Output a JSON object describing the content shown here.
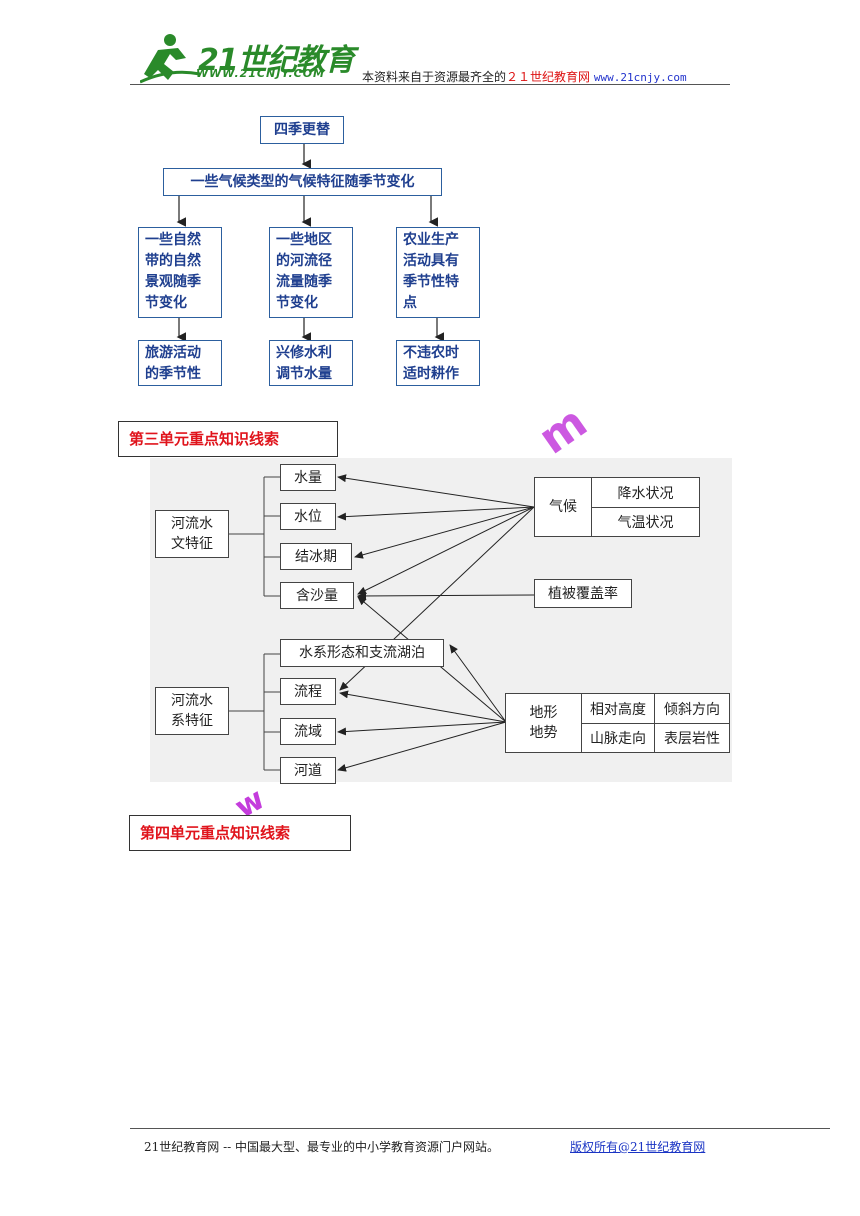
{
  "header": {
    "logo_text": "21世纪教育",
    "logo_url": "WWW.21CNJY.COM",
    "note_prefix": "本资料来自于资源最齐全的",
    "note_brand": "２１世纪教育网",
    "note_url": "www.21cnjy.com"
  },
  "flow1": {
    "top": "四季更替",
    "middle": "一些气候类型的气候特征随季节变化",
    "col1": "一些自然带的自然景观随季节变化",
    "col1_lines": [
      "一些自然",
      "带的自然",
      "景观随季",
      "节变化"
    ],
    "col2_lines": [
      "一些地区",
      "的河流径",
      "流量随季",
      "节变化"
    ],
    "col3_lines": [
      "农业生产",
      "活动具有",
      "季节性特",
      "点"
    ],
    "res1_lines": [
      "旅游活动",
      "的季节性"
    ],
    "res2_lines": [
      "兴修水利",
      "调节水量"
    ],
    "res3_lines": [
      "不违农时",
      "适时耕作"
    ]
  },
  "section3": "第三单元重点知识线索",
  "section4": "第四单元重点知识线索",
  "diagram": {
    "hydro_label_lines": [
      "河流水",
      "文特征"
    ],
    "hydro_items": [
      "水量",
      "水位",
      "结冰期",
      "含沙量"
    ],
    "system_label_lines": [
      "河流水",
      "系特征"
    ],
    "system_items": [
      "水系形态和支流湖泊",
      "流程",
      "流域",
      "河道"
    ],
    "climate": "气候",
    "climate_items": [
      "降水状况",
      "气温状况"
    ],
    "vegetation": "植被覆盖率",
    "terrain_lines": [
      "地形",
      "地势"
    ],
    "terrain_items": [
      "相对高度",
      "倾斜方向",
      "山脉走向",
      "表层岩性"
    ]
  },
  "watermarks": [
    "m",
    "w"
  ],
  "footer": {
    "left": "21世纪教育网 -- 中国最大型、最专业的中小学教育资源门户网站。",
    "right": "版权所有@21世纪教育网"
  }
}
